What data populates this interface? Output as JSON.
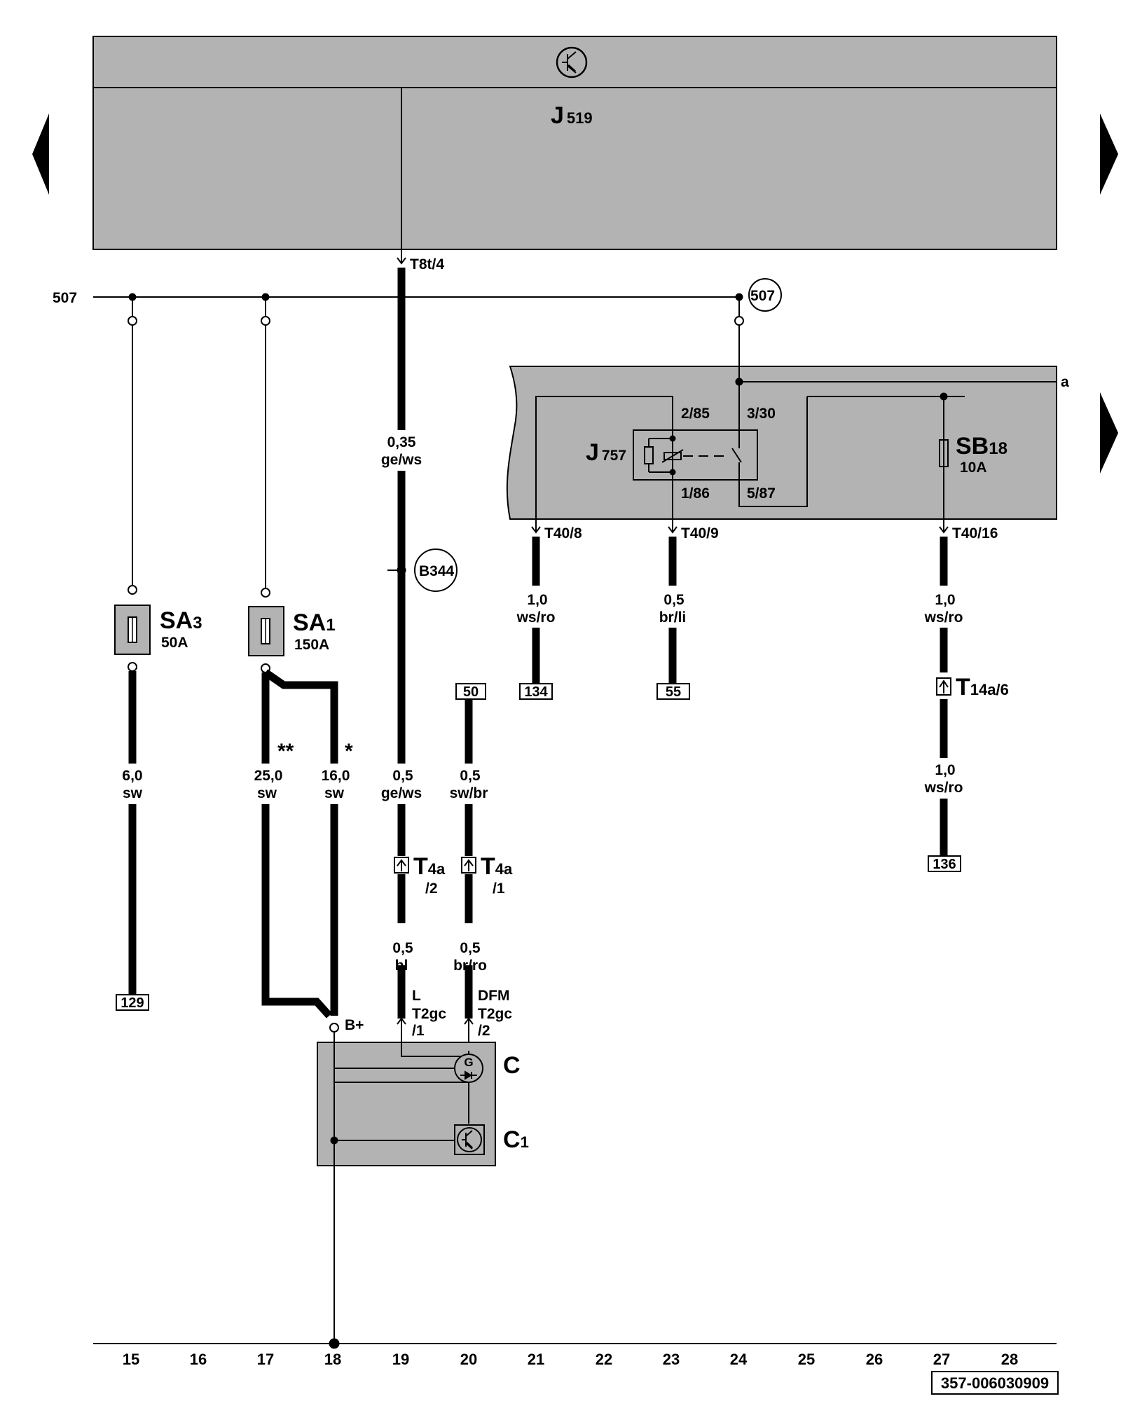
{
  "modules": {
    "top_unit": {
      "name": "J",
      "sub": "519"
    },
    "relay": {
      "name": "J",
      "sub": "757",
      "pin_2_85": "2/85",
      "pin_3_30": "3/30",
      "pin_1_86": "1/86",
      "pin_5_87": "5/87"
    },
    "fuse_sb": {
      "name": "SB",
      "sub": "18",
      "rating": "10A"
    }
  },
  "fuses": {
    "sa3": {
      "name": "SA",
      "sub": "3",
      "rating": "50A"
    },
    "sa1": {
      "name": "SA",
      "sub": "1",
      "rating": "150A"
    }
  },
  "bus": {
    "left_label": "507",
    "circle_label": "507",
    "line_a": "a"
  },
  "connectors": {
    "t8t": "T8t/4",
    "t40_8": "T40/8",
    "t40_9": "T40/9",
    "t40_16": "T40/16",
    "b344": "B344",
    "t4a_2": {
      "name": "T",
      "sub": "4a",
      "pin": "/2"
    },
    "t4a_1": {
      "name": "T",
      "sub": "4a",
      "pin": "/1"
    },
    "t14a": {
      "name": "T",
      "sub": "14a/6"
    }
  },
  "wires": {
    "w19_top": {
      "size": "0,35",
      "color": "ge/ws"
    },
    "w19_mid": {
      "size": "0,5",
      "color": "ge/ws"
    },
    "w19_bot": {
      "size": "0,5",
      "color": "bl"
    },
    "w20_mid": {
      "size": "0,5",
      "color": "sw/br"
    },
    "w20_bot": {
      "size": "0,5",
      "color": "br/ro"
    },
    "w15": {
      "size": "6,0",
      "color": "sw"
    },
    "w17": {
      "size": "25,0",
      "color": "sw",
      "mark": "**"
    },
    "w18": {
      "size": "16,0",
      "color": "sw",
      "mark": "*"
    },
    "w21": {
      "size": "1,0",
      "color": "ws/ro"
    },
    "w23": {
      "size": "0,5",
      "color": "br/li"
    },
    "w27_top": {
      "size": "1,0",
      "color": "ws/ro"
    },
    "w27_bot": {
      "size": "1,0",
      "color": "ws/ro"
    }
  },
  "references": {
    "r50": "50",
    "r134": "134",
    "r55": "55",
    "r136": "136",
    "r129": "129"
  },
  "alternator": {
    "b_plus": "B+",
    "l_label": "L",
    "l_conn": "T2gc",
    "l_pin": "/1",
    "dfm_label": "DFM",
    "dfm_conn": "T2gc",
    "dfm_pin": "/2",
    "name": "C",
    "regulator_name": "C",
    "regulator_sub": "1",
    "gen_symbol": "G"
  },
  "grid_numbers": [
    "15",
    "16",
    "17",
    "18",
    "19",
    "20",
    "21",
    "22",
    "23",
    "24",
    "25",
    "26",
    "27",
    "28"
  ],
  "doc_id": "357-006030909",
  "colors": {
    "module_fill": "#b3b3b3",
    "line": "#000000",
    "background": "#ffffff"
  }
}
